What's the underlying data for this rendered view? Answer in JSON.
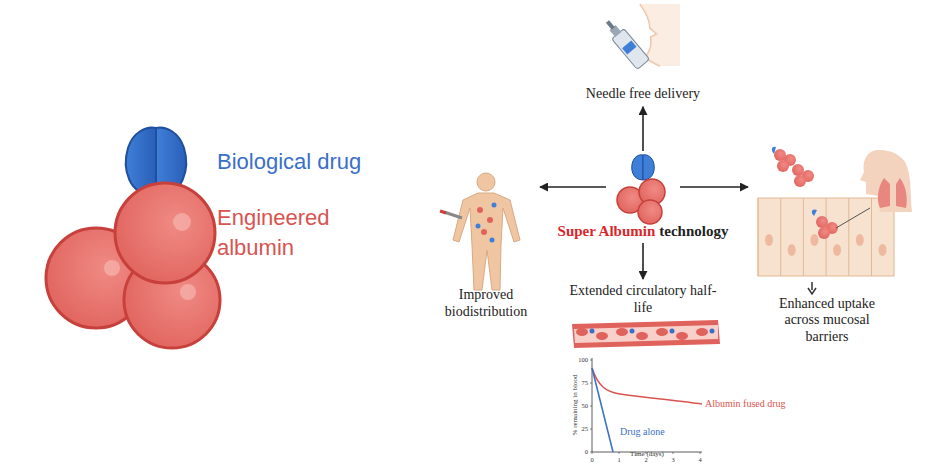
{
  "diagram": {
    "nodes": [
      {
        "text": [
          "Super Albumin",
          "technology"
        ]
      },
      {
        "text": [
          "Needle free delivery"
        ]
      },
      {
        "text": [
          "Improved biodistribution"
        ]
      },
      {
        "text": [
          "Extended circulatory half-life"
        ]
      },
      {
        "text": [
          "Enhanced uptake across mucosal barriers"
        ]
      }
    ],
    "edges": [
      {
        "from": 0,
        "to": 1,
        "arrow": "to"
      },
      {
        "from": 0,
        "to": 2,
        "arrow": "to"
      },
      {
        "from": 0,
        "to": 3,
        "arrow": "to"
      },
      {
        "from": 0,
        "to": 4,
        "arrow": "to"
      }
    ],
    "labels": [
      "Biological drug",
      "Engineered albumin",
      "% remaining in blood",
      "100",
      "75",
      "50",
      "25",
      "0",
      "Time (days)",
      "0",
      "1",
      "2",
      "3",
      "4",
      "Albumin fused drug",
      "Drug alone"
    ]
  }
}
